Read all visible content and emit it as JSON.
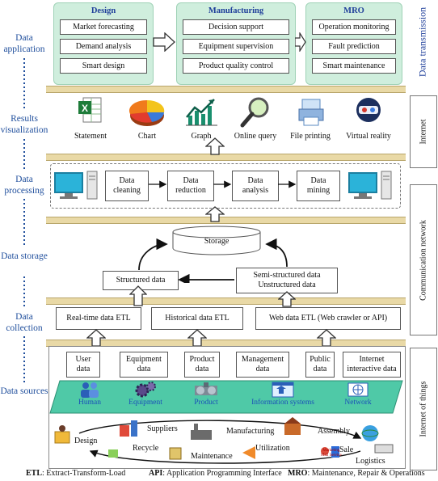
{
  "layers": {
    "application": "Data application",
    "visualization": "Results visualization",
    "processing": "Data processing",
    "storage": "Data storage",
    "collection": "Data collection",
    "sources": "Data sources"
  },
  "side_labels": {
    "transmission": "Data transmission",
    "internet": "Internet",
    "communication": "Communication network",
    "iot": "Internet of things"
  },
  "application": {
    "groups": [
      {
        "title": "Design",
        "items": [
          "Market forecasting",
          "Demand analysis",
          "Smart  design"
        ]
      },
      {
        "title": "Manufacturing",
        "items": [
          "Decision support",
          "Equipment supervision",
          "Product quality control"
        ]
      },
      {
        "title": "MRO",
        "items": [
          "Operation monitoring",
          "Fault prediction",
          "Smart  maintenance"
        ]
      }
    ]
  },
  "visualization": {
    "items": [
      "Statement",
      "Chart",
      "Graph",
      "Online query",
      "File printing",
      "Virtual reality"
    ]
  },
  "processing": {
    "steps": [
      [
        "Data",
        "cleaning"
      ],
      [
        "Data",
        "reduction"
      ],
      [
        "Data",
        "analysis"
      ],
      [
        "Data",
        "mining"
      ]
    ]
  },
  "storage": {
    "storage": "Storage",
    "structured": "Structured data",
    "semi": "Semi-structured data",
    "unstructured": "Unstructured data"
  },
  "collection": {
    "items": [
      "Real-time data ETL",
      "Historical data ETL",
      "Web data ETL (Web crawler or API)"
    ]
  },
  "sources": {
    "data_types": [
      [
        "User",
        "data"
      ],
      [
        "Equipment",
        "data"
      ],
      [
        "Product",
        "data"
      ],
      [
        "Management",
        "data"
      ],
      [
        "Public",
        "data"
      ],
      [
        "Internet",
        "interactive data"
      ]
    ],
    "categories": [
      "Human",
      "Equipment",
      "Product",
      "Information systems",
      "Network"
    ],
    "lifecycle": [
      "Design",
      "Suppliers",
      "Manufacturing",
      "Assembly",
      "Recycle",
      "Maintenance",
      "Utilization",
      "Sale",
      "Logistics"
    ],
    "small_sign": [
      "Marketing",
      "Mail Service"
    ]
  },
  "footer": [
    {
      "abbr": "ETL",
      "text": ": Extract-Transform-Load"
    },
    {
      "abbr": "API",
      "text": ": Application Programming Interface"
    },
    {
      "abbr": "MRO",
      "text": ": Maintenance, Repair & Operations"
    }
  ],
  "colors": {
    "label_blue": "#1f4e9c",
    "green_panel": "#cfeedd",
    "band": "#e9d9a6",
    "teal_strip": "#4fc9a7"
  }
}
